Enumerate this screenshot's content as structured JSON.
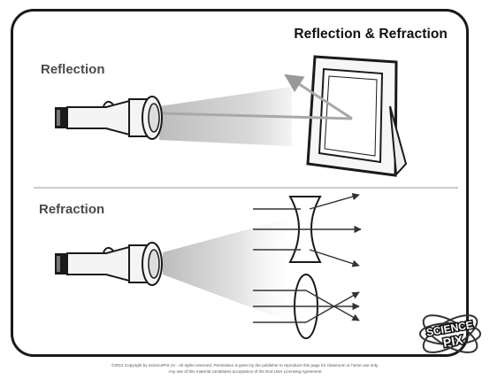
{
  "title": "Reflection & Refraction",
  "sections": {
    "reflection": "Reflection",
    "refraction": "Refraction"
  },
  "logo": {
    "line1": "SCIENCE",
    "line2": "PIX"
  },
  "footer": {
    "line1": "©2012 Copyright by SciencePIX.JV - All rights reserved. Permission is given by the publisher to reproduce this page for classroom or home use only.",
    "line2": "Any use of this material constitutes acceptance of the End User Licensing Agreement"
  },
  "colors": {
    "ink": "#1a1a1a",
    "beam": "#bdbdbd",
    "heading": "#4a4a4a"
  }
}
